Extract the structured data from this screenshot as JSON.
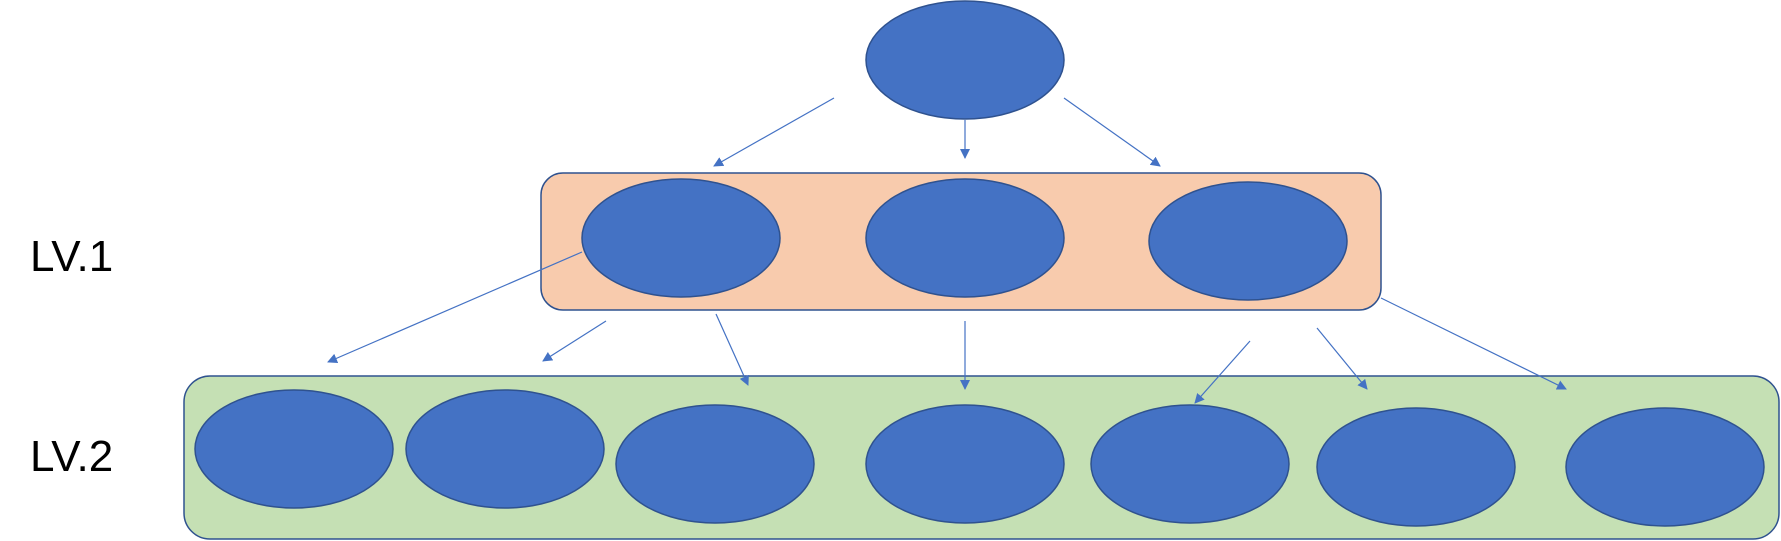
{
  "labels": {
    "level1": "LV.1",
    "level2": "LV.2"
  },
  "colors": {
    "node_fill": "#4472C4",
    "node_stroke": "#2F528F",
    "arrow": "#4472C4",
    "level1_band_fill": "#F8CBAD",
    "level2_band_fill": "#C5E0B4",
    "band_stroke": "#2F528F"
  },
  "structure": {
    "root_nodes": 1,
    "level1_nodes": 3,
    "level2_nodes": 7
  }
}
